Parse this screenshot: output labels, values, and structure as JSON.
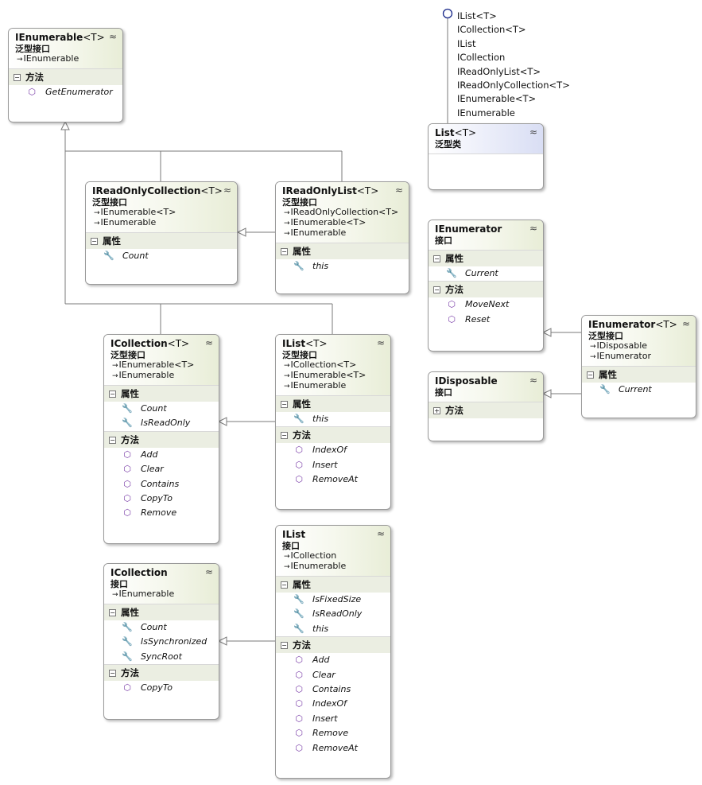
{
  "lollipop_interfaces": [
    "IList<T>",
    "ICollection<T>",
    "IList",
    "ICollection",
    "IReadOnlyList<T>",
    "IReadOnlyCollection<T>",
    "IEnumerable<T>",
    "IEnumerable"
  ],
  "boxes": {
    "ienumerable_t": {
      "name": "IEnumerable",
      "generic": "<T>",
      "stereo": "泛型接口",
      "inherits": [
        "IEnumerable"
      ],
      "sections": [
        {
          "title": "方法",
          "members": [
            {
              "kind": "method",
              "name": "GetEnumerator"
            }
          ]
        }
      ]
    },
    "ireadonlycollection_t": {
      "name": "IReadOnlyCollection",
      "generic": "<T>",
      "stereo": "泛型接口",
      "inherits": [
        "IEnumerable<T>",
        "IEnumerable"
      ],
      "sections": [
        {
          "title": "属性",
          "members": [
            {
              "kind": "property",
              "name": "Count"
            }
          ]
        }
      ]
    },
    "ireadonlylist_t": {
      "name": "IReadOnlyList",
      "generic": "<T>",
      "stereo": "泛型接口",
      "inherits": [
        "IReadOnlyCollection<T>",
        "IEnumerable<T>",
        "IEnumerable"
      ],
      "sections": [
        {
          "title": "属性",
          "members": [
            {
              "kind": "property",
              "name": "this"
            }
          ]
        }
      ]
    },
    "icollection_t": {
      "name": "ICollection",
      "generic": "<T>",
      "stereo": "泛型接口",
      "inherits": [
        "IEnumerable<T>",
        "IEnumerable"
      ],
      "sections": [
        {
          "title": "属性",
          "members": [
            {
              "kind": "property",
              "name": "Count"
            },
            {
              "kind": "property",
              "name": "IsReadOnly"
            }
          ]
        },
        {
          "title": "方法",
          "members": [
            {
              "kind": "method",
              "name": "Add"
            },
            {
              "kind": "method",
              "name": "Clear"
            },
            {
              "kind": "method",
              "name": "Contains"
            },
            {
              "kind": "method",
              "name": "CopyTo"
            },
            {
              "kind": "method",
              "name": "Remove"
            }
          ]
        }
      ]
    },
    "ilist_t": {
      "name": "IList",
      "generic": "<T>",
      "stereo": "泛型接口",
      "inherits": [
        "ICollection<T>",
        "IEnumerable<T>",
        "IEnumerable"
      ],
      "sections": [
        {
          "title": "属性",
          "members": [
            {
              "kind": "property",
              "name": "this"
            }
          ]
        },
        {
          "title": "方法",
          "members": [
            {
              "kind": "method",
              "name": "IndexOf"
            },
            {
              "kind": "method",
              "name": "Insert"
            },
            {
              "kind": "method",
              "name": "RemoveAt"
            }
          ]
        }
      ]
    },
    "icollection": {
      "name": "ICollection",
      "generic": "",
      "stereo": "接口",
      "inherits": [
        "IEnumerable"
      ],
      "sections": [
        {
          "title": "属性",
          "members": [
            {
              "kind": "property",
              "name": "Count"
            },
            {
              "kind": "property",
              "name": "IsSynchronized"
            },
            {
              "kind": "property",
              "name": "SyncRoot"
            }
          ]
        },
        {
          "title": "方法",
          "members": [
            {
              "kind": "method",
              "name": "CopyTo"
            }
          ]
        }
      ]
    },
    "ilist": {
      "name": "IList",
      "generic": "",
      "stereo": "接口",
      "inherits": [
        "ICollection",
        "IEnumerable"
      ],
      "sections": [
        {
          "title": "属性",
          "members": [
            {
              "kind": "property",
              "name": "IsFixedSize"
            },
            {
              "kind": "property",
              "name": "IsReadOnly"
            },
            {
              "kind": "property",
              "name": "this"
            }
          ]
        },
        {
          "title": "方法",
          "members": [
            {
              "kind": "method",
              "name": "Add"
            },
            {
              "kind": "method",
              "name": "Clear"
            },
            {
              "kind": "method",
              "name": "Contains"
            },
            {
              "kind": "method",
              "name": "IndexOf"
            },
            {
              "kind": "method",
              "name": "Insert"
            },
            {
              "kind": "method",
              "name": "Remove"
            },
            {
              "kind": "method",
              "name": "RemoveAt"
            }
          ]
        }
      ]
    },
    "list_t": {
      "name": "List",
      "generic": "<T>",
      "stereo": "泛型类",
      "inherits": [],
      "sections": [],
      "empty_body": true
    },
    "ienumerator": {
      "name": "IEnumerator",
      "generic": "",
      "stereo": "接口",
      "inherits": [],
      "sections": [
        {
          "title": "属性",
          "members": [
            {
              "kind": "property",
              "name": "Current"
            }
          ]
        },
        {
          "title": "方法",
          "members": [
            {
              "kind": "method",
              "name": "MoveNext"
            },
            {
              "kind": "method",
              "name": "Reset"
            }
          ]
        }
      ]
    },
    "ienumerator_t": {
      "name": "IEnumerator",
      "generic": "<T>",
      "stereo": "泛型接口",
      "inherits": [
        "IDisposable",
        "IEnumerator"
      ],
      "sections": [
        {
          "title": "属性",
          "members": [
            {
              "kind": "property",
              "name": "Current"
            }
          ]
        }
      ]
    },
    "idisposable": {
      "name": "IDisposable",
      "generic": "",
      "stereo": "接口",
      "inherits": [],
      "sections": [
        {
          "title": "方法",
          "collapsed": true,
          "members": []
        }
      ]
    }
  }
}
